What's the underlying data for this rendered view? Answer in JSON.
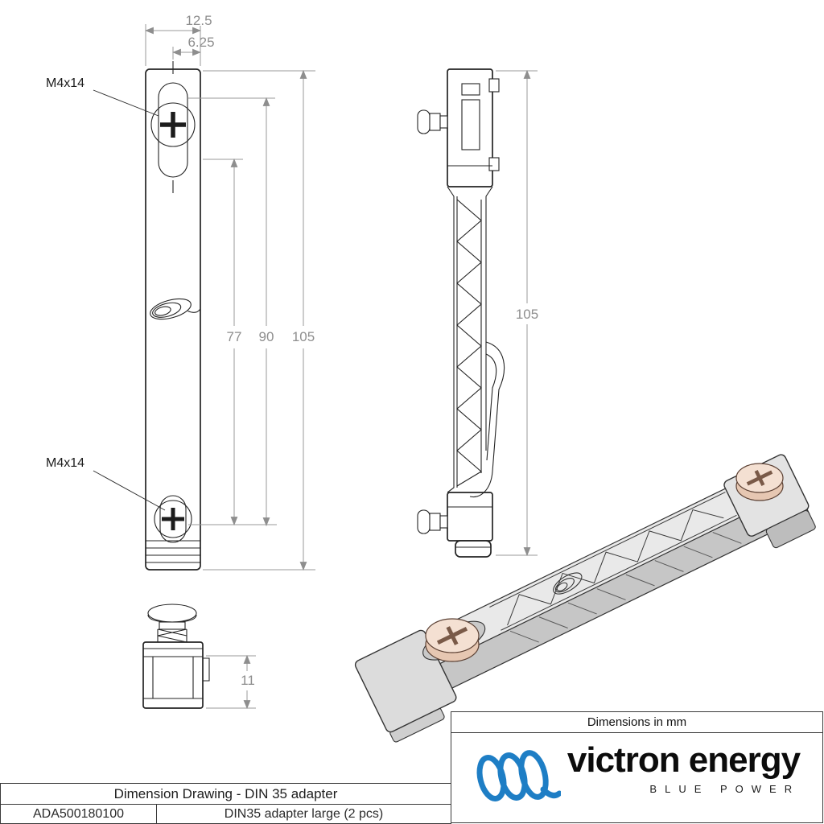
{
  "drawing": {
    "front_view": {
      "dim_width": "12.5",
      "dim_half_width": "6.25",
      "screw_label_top": "M4x14",
      "screw_label_bottom": "M4x14",
      "dim_hole_span": "77",
      "dim_slot_span": "90",
      "dim_total_length": "105"
    },
    "end_view": {
      "dim_body_height": "11"
    },
    "side_view": {
      "dim_total_length": "105"
    }
  },
  "footer": {
    "title": "Dimension Drawing - DIN 35 adapter",
    "part_number": "ADA500180100",
    "description": "DIN35 adapter large (2 pcs)"
  },
  "brand": {
    "units_note": "Dimensions in mm",
    "name": "victron energy",
    "tagline": "BLUE POWER",
    "blue": "#1e7ec5"
  }
}
